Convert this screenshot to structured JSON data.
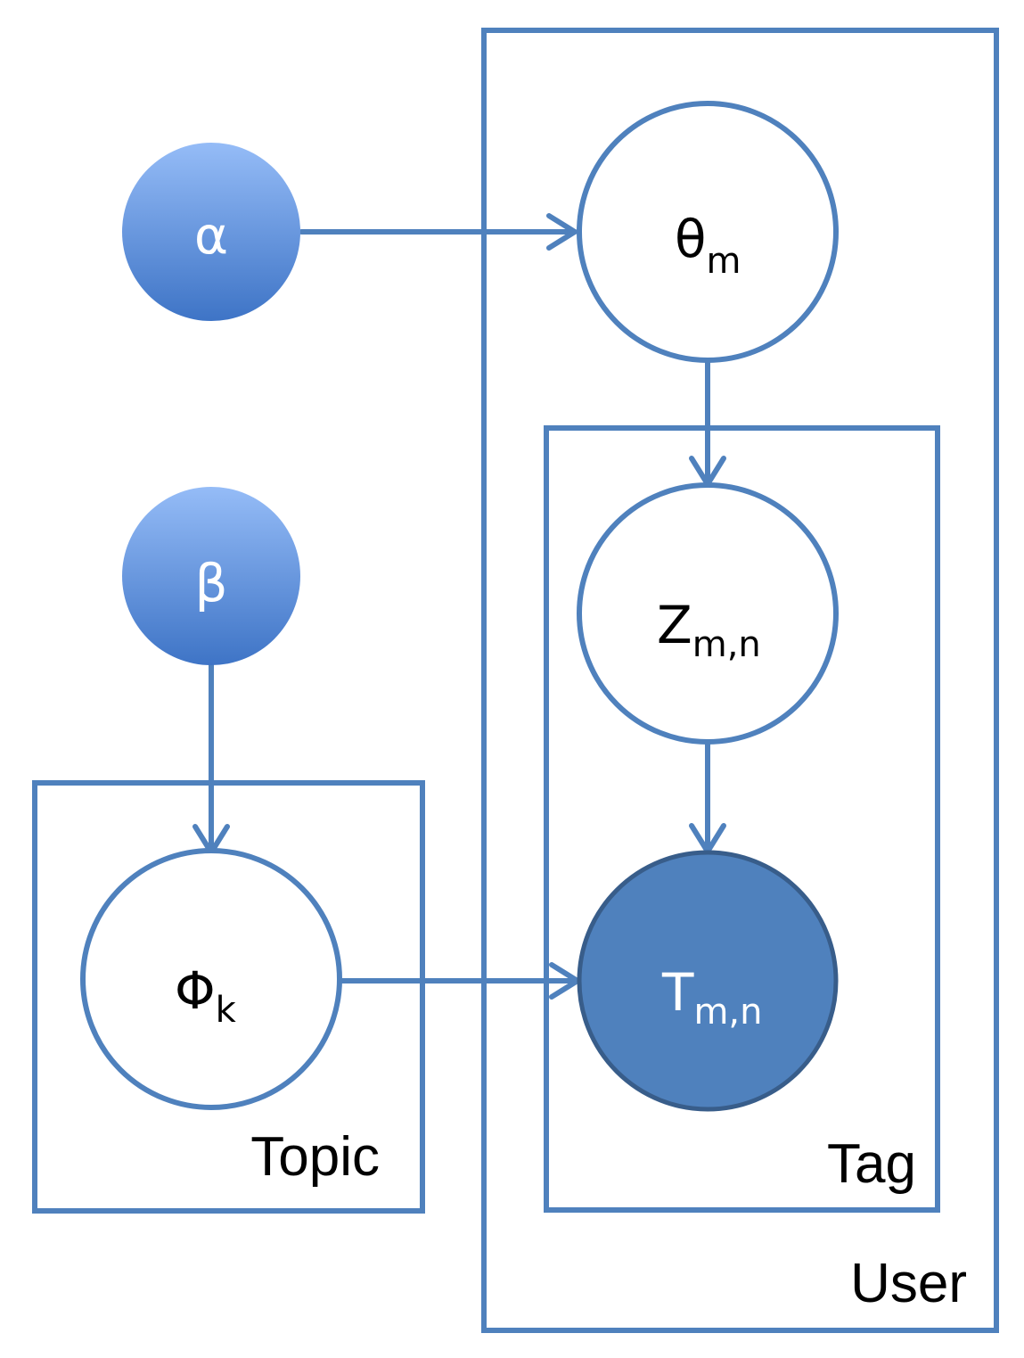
{
  "nodes": {
    "alpha": {
      "symbol": "α",
      "subscript": ""
    },
    "beta": {
      "symbol": "β",
      "subscript": ""
    },
    "theta": {
      "symbol": "θ",
      "subscript": "m"
    },
    "z": {
      "symbol": "Z",
      "subscript": "m,n"
    },
    "phi": {
      "symbol": "Φ",
      "subscript": "k"
    },
    "t": {
      "symbol": "T",
      "subscript": "m,n"
    }
  },
  "plates": {
    "user": {
      "label": "User"
    },
    "tag": {
      "label": "Tag"
    },
    "topic": {
      "label": "Topic"
    }
  },
  "colors": {
    "accent": "#4f81bd",
    "observed_fill": "#4f81bd",
    "hyper_top": "#95bcf7",
    "hyper_bottom": "#3e74c6"
  }
}
